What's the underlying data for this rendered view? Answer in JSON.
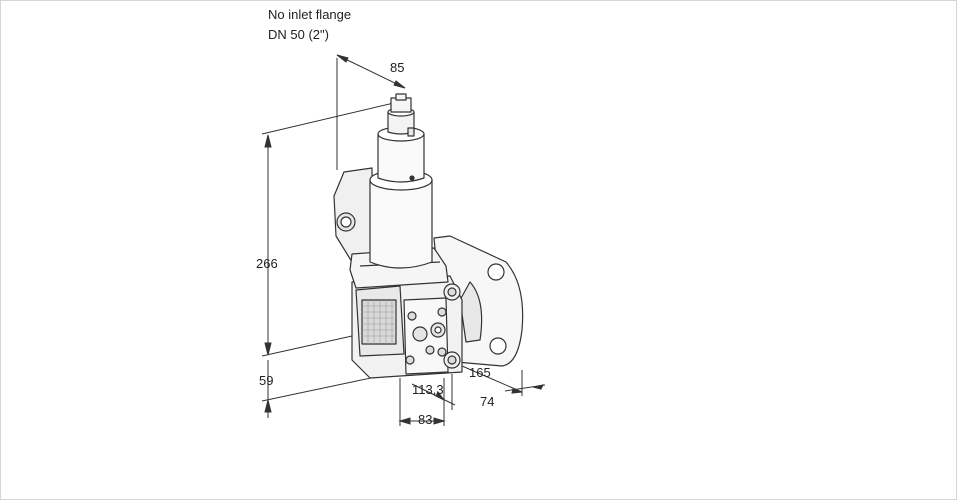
{
  "notes": {
    "line1": "No inlet flange",
    "line2": "DN 50 (2\")"
  },
  "dimensions": {
    "top_width": "85",
    "height_total": "266",
    "height_lower": "59",
    "depth_113": "113,3",
    "width_83": "83",
    "flange_165": "165",
    "flange_74": "74"
  }
}
